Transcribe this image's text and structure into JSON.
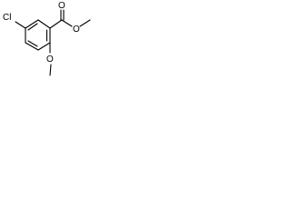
{
  "atoms": {
    "chlorine": "Cl",
    "ester_oxygen": "O",
    "carbonyl_oxygen": "O",
    "ether_oxygen": "O"
  }
}
